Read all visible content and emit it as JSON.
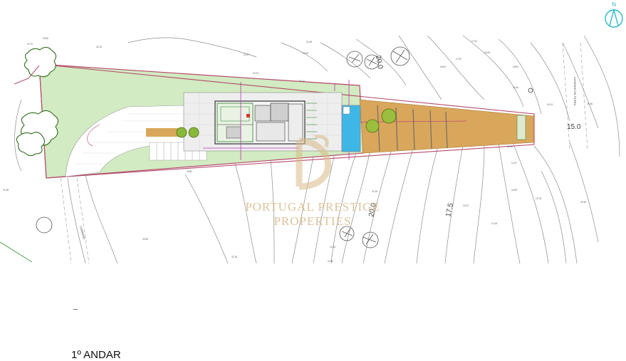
{
  "floor_label": "1º ANDAR",
  "contour_labels": [
    "20.0",
    "20.0",
    "17.5",
    "15.0"
  ],
  "road_label": "CAMINHO DE TERRA",
  "path_label": "CAMINHO",
  "watermark": {
    "line1": "PORTUGAL PRESTIGE",
    "line2": "PROPERTIES"
  },
  "north_symbol": "N",
  "elevations": [
    "22.70",
    "23.80",
    "23.13",
    "22.37",
    "22.23",
    "22.41",
    "21.46",
    "21.50",
    "18.64",
    "17.92",
    "17.51",
    "16.25",
    "15.81",
    "13.26",
    "15.13",
    "11.06",
    "19.36",
    "12.07",
    "15.99",
    "22.16",
    "14.22",
    "14.18",
    "13.78",
    "16.18",
    "12.94",
    "19.30",
    "24.95",
    "22.78",
    "23.82",
    "21.38"
  ],
  "colors": {
    "lawn": "#d2ebc2",
    "deck": "#d9a75b",
    "pool": "#3fb7e6",
    "boundary": "#b44a6a",
    "contour": "#8a8a8a",
    "building": "#3d8a3d",
    "watermark": "#d8b987",
    "north": "#2bb9c9"
  }
}
